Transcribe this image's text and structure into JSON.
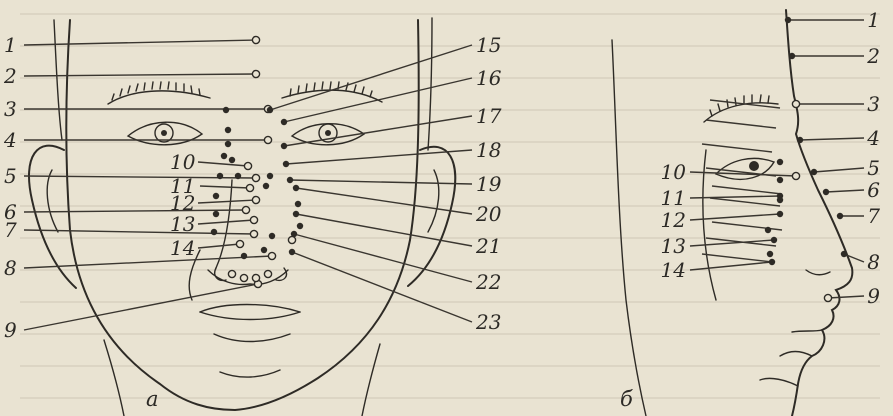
{
  "panels": {
    "front_caption": "а",
    "profile_caption": "б"
  },
  "front_left_labels": [
    "1",
    "2",
    "3",
    "4",
    "5",
    "6",
    "7",
    "8",
    "9"
  ],
  "front_inner_labels": [
    "10",
    "11",
    "12",
    "13",
    "14"
  ],
  "front_right_labels": [
    "15",
    "16",
    "17",
    "18",
    "19",
    "20",
    "21",
    "22",
    "23"
  ],
  "profile_inner_labels": [
    "10",
    "11",
    "12",
    "13",
    "14"
  ],
  "profile_right_labels": [
    "1",
    "2",
    "3",
    "4",
    "5",
    "6",
    "7",
    "8",
    "9"
  ]
}
